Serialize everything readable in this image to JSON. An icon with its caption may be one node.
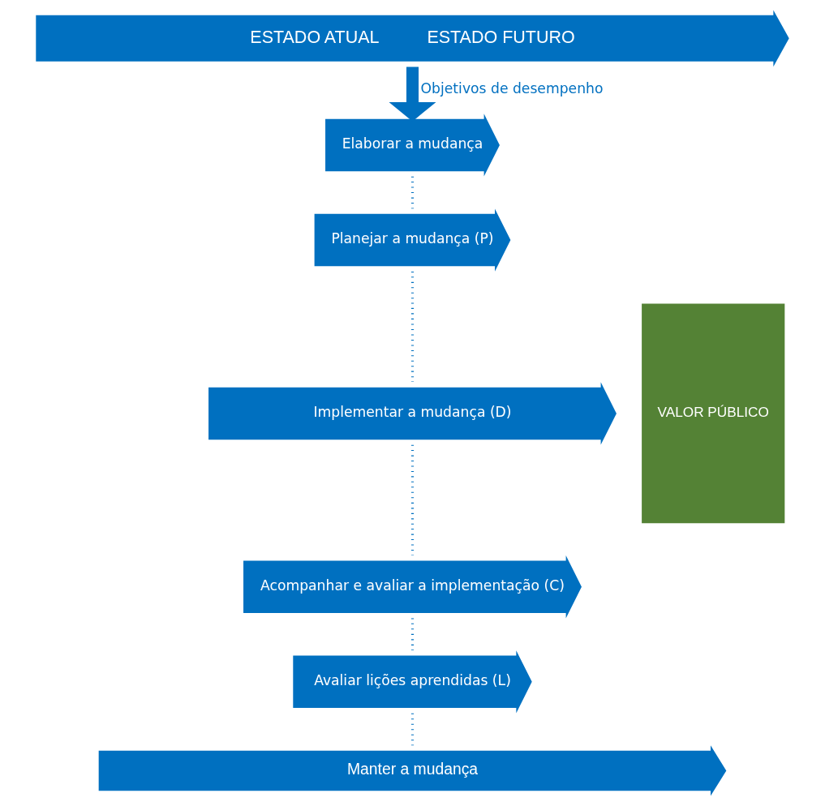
{
  "diagram": {
    "nodes": [
      {
        "text": [
          "ESTADO ATUAL",
          "ESTADO FUTURO"
        ]
      },
      {
        "text": [
          "Elaborar a mudança"
        ]
      },
      {
        "text": [
          "Planejar a mudança (P)"
        ]
      },
      {
        "text": [
          "Implementar a mudança (D)"
        ]
      },
      {
        "text": [
          "Acompanhar e avaliar a implementação (C)"
        ]
      },
      {
        "text": [
          "Avaliar lições aprendidas (L)"
        ]
      },
      {
        "text": [
          "Manter a mudança"
        ]
      },
      {
        "text": [
          "VALOR PÚBLICO"
        ]
      }
    ],
    "edges": [
      {
        "from": 0,
        "to": 1,
        "arrow": "to",
        "label": "Objetivos de desempenho",
        "style": "thick"
      },
      {
        "from": 1,
        "to": 2,
        "arrow": "none",
        "style": "dashed"
      },
      {
        "from": 2,
        "to": 3,
        "arrow": "none",
        "style": "dashed"
      },
      {
        "from": 3,
        "to": 4,
        "arrow": "none",
        "style": "dashed"
      },
      {
        "from": 4,
        "to": 5,
        "arrow": "none",
        "style": "dashed"
      },
      {
        "from": 5,
        "to": 6,
        "arrow": "none",
        "style": "dashed"
      }
    ]
  }
}
